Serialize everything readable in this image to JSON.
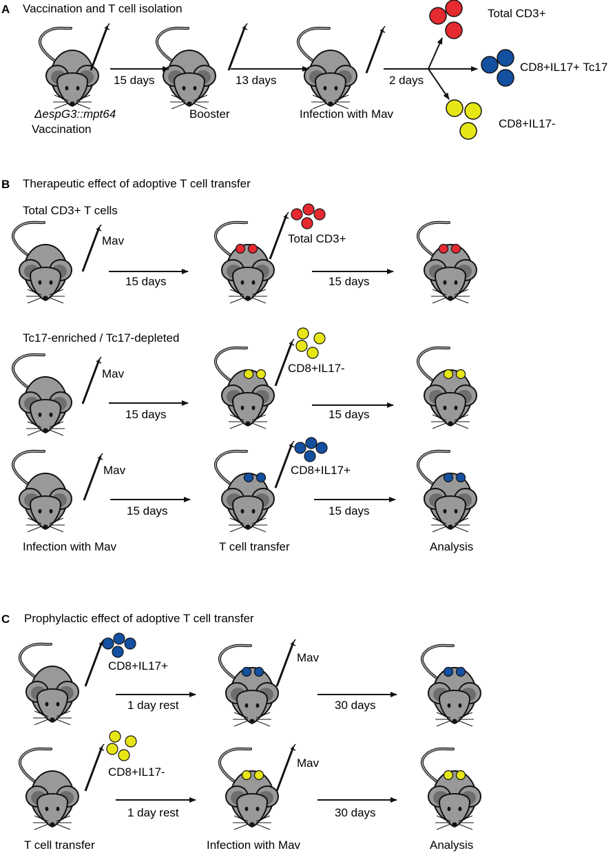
{
  "colors": {
    "red": "#e52a30",
    "blue": "#1450a0",
    "yellow": "#e6e617",
    "mouse_body": "#999999",
    "mouse_ear_inner": "#6e6e6e",
    "outline": "#111111"
  },
  "panel_a": {
    "letter": "A",
    "title": "Vaccination and T cell isolation",
    "arrow1": "15 days",
    "arrow2": "13 days",
    "arrow3": "2 days",
    "mouse1_label_italic": "ΔespG3::mpt64",
    "mouse1_label": "Vaccination",
    "mouse2_label": "Booster",
    "mouse3_label": "Infection with Mav",
    "out_red": "Total CD3+",
    "out_blue": "CD8+IL17+ Tc17",
    "out_yellow": "CD8+IL17-"
  },
  "panel_b": {
    "letter": "B",
    "title": "Therapeutic effect of adoptive T cell transfer",
    "row1_heading": "Total CD3+ T cells",
    "row2_heading": "Tc17-enriched / Tc17-depleted",
    "injection": "Mav",
    "days": "15 days",
    "row1_cells": "Total CD3+",
    "row2_cells": "CD8+IL17-",
    "row3_cells": "CD8+IL17+",
    "col1_label": "Infection with Mav",
    "col2_label": "T cell transfer",
    "col3_label": "Analysis"
  },
  "panel_c": {
    "letter": "C",
    "title": "Prophylactic effect of adoptive T cell transfer",
    "row1_cells": "CD8+IL17+",
    "row2_cells": "CD8+IL17-",
    "injection": "Mav",
    "arrow1": "1 day rest",
    "arrow2": "30 days",
    "col1_label": "T cell transfer",
    "col2_label": "Infection with Mav",
    "col3_label": "Analysis"
  }
}
